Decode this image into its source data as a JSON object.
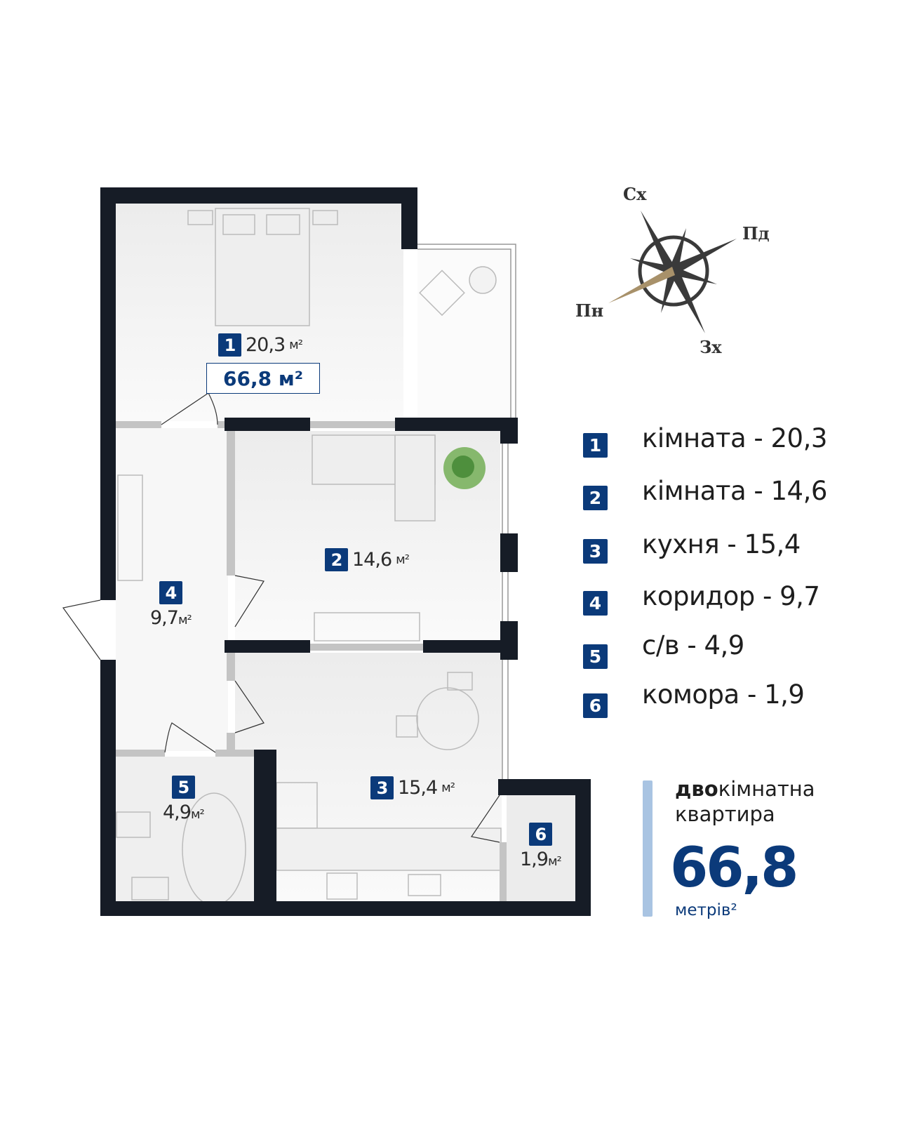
{
  "plan": {
    "total_area": "66,8 м²",
    "rooms": [
      {
        "num": "1",
        "area": "20,3",
        "unit": "м²"
      },
      {
        "num": "2",
        "area": "14,6",
        "unit": "м²"
      },
      {
        "num": "3",
        "area": "15,4",
        "unit": "м²"
      },
      {
        "num": "4",
        "area": "9,7",
        "unit": "м²"
      },
      {
        "num": "5",
        "area": "4,9",
        "unit": "м²"
      },
      {
        "num": "6",
        "area": "1,9",
        "unit": "м²"
      }
    ]
  },
  "compass": {
    "north": "Пн",
    "south": "Пд",
    "east": "Сх",
    "west": "Зх"
  },
  "legend": [
    {
      "num": "1",
      "text": "кімната - 20,3"
    },
    {
      "num": "2",
      "text": "кімната - 14,6"
    },
    {
      "num": "3",
      "text": "кухня - 15,4"
    },
    {
      "num": "4",
      "text": "коридор - 9,7"
    },
    {
      "num": "5",
      "text": "с/в - 4,9"
    },
    {
      "num": "6",
      "text": "комора - 1,9"
    }
  ],
  "summary": {
    "kind_bold": "дво",
    "kind_rest": "кімнатна",
    "kind_line2": "квартира",
    "area": "66,8",
    "unit": "метрів²"
  },
  "colors": {
    "accent": "#0b3a7a",
    "wall": "#161c26",
    "bar": "#a9c4e2",
    "compass_north": "#a8916a"
  }
}
